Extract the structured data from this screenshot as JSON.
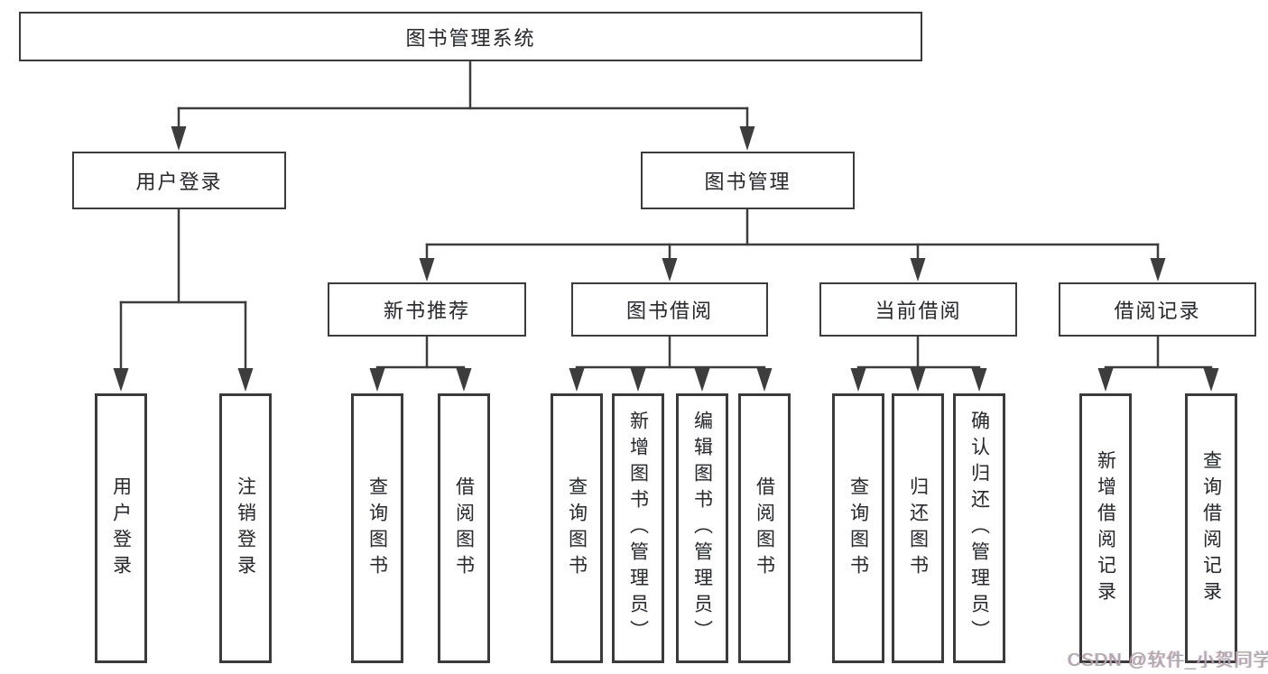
{
  "diagram": {
    "title": "图书管理系统",
    "level2": {
      "user_login": "用户登录",
      "book_mgmt": "图书管理"
    },
    "level3": {
      "new_books": "新书推荐",
      "book_borrow": "图书借阅",
      "current_borrow": "当前借阅",
      "borrow_records": "借阅记录"
    },
    "leaves": {
      "user_login": [
        "用户登录",
        "注销登录"
      ],
      "new_books": [
        "查询图书",
        "借阅图书"
      ],
      "book_borrow": [
        "查询图书",
        "新增图书（管理员）",
        "编辑图书（管理员）",
        "借阅图书"
      ],
      "current_borrow": [
        "查询图书",
        "归还图书",
        "确认归还（管理员）"
      ],
      "borrow_records": [
        "新增借阅记录",
        "查询借阅记录"
      ]
    },
    "watermark": "CSDN @软件_小贺同学",
    "colors": {
      "line": "#3d3d3d",
      "box_border": "#3b3b3b",
      "text": "#2b2b2b",
      "background": "#ffffff",
      "watermark": "#ababab"
    }
  }
}
